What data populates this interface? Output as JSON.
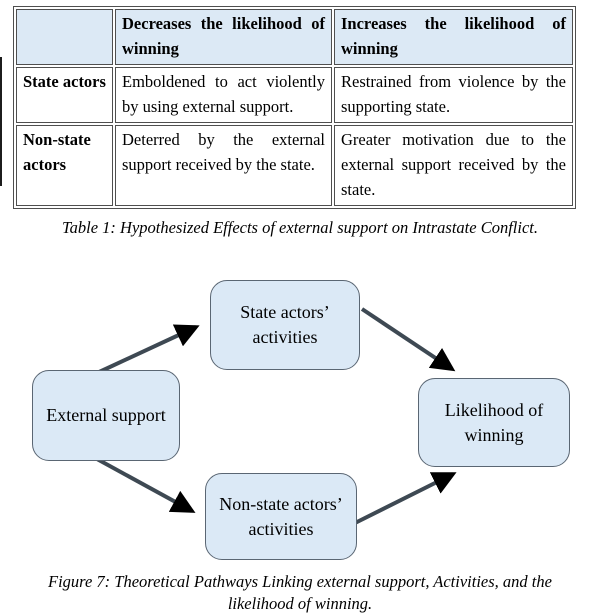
{
  "table": {
    "header": [
      "",
      "Decreases the likelihood of winning",
      "Increases the likelihood of winning"
    ],
    "rows": [
      {
        "label": "State actors",
        "decreases": "Emboldened to act violently by using external support.",
        "increases": "Restrained from violence by the supporting state."
      },
      {
        "label": "Non-state actors",
        "decreases": "Deterred by the external support received by the state.",
        "increases": "Greater motivation due to the external support received by the state."
      }
    ],
    "caption": "Table 1: Hypothesized Effects of external support on Intrastate Conflict."
  },
  "diagram": {
    "nodes": [
      {
        "id": "external-support",
        "label": "External support"
      },
      {
        "id": "state-activities",
        "label": "State actors’ activities"
      },
      {
        "id": "nonstate-activities",
        "label": "Non-state actors’ activities"
      },
      {
        "id": "likelihood-of-winning",
        "label": "Likelihood of winning"
      }
    ],
    "edges": [
      {
        "from": "external-support",
        "to": "state-activities"
      },
      {
        "from": "external-support",
        "to": "nonstate-activities"
      },
      {
        "from": "state-activities",
        "to": "likelihood-of-winning"
      },
      {
        "from": "nonstate-activities",
        "to": "likelihood-of-winning"
      }
    ],
    "caption": "Figure 7: Theoretical Pathways Linking external support, Activities, and the likelihood of winning."
  },
  "colors": {
    "box_fill": "#dbe9f6",
    "table_header_fill": "#dce9f5",
    "table_border": "#4f4f4f",
    "node_border": "#5a6673",
    "arrow_line": "#3e4953",
    "arrowhead": "#000000"
  }
}
